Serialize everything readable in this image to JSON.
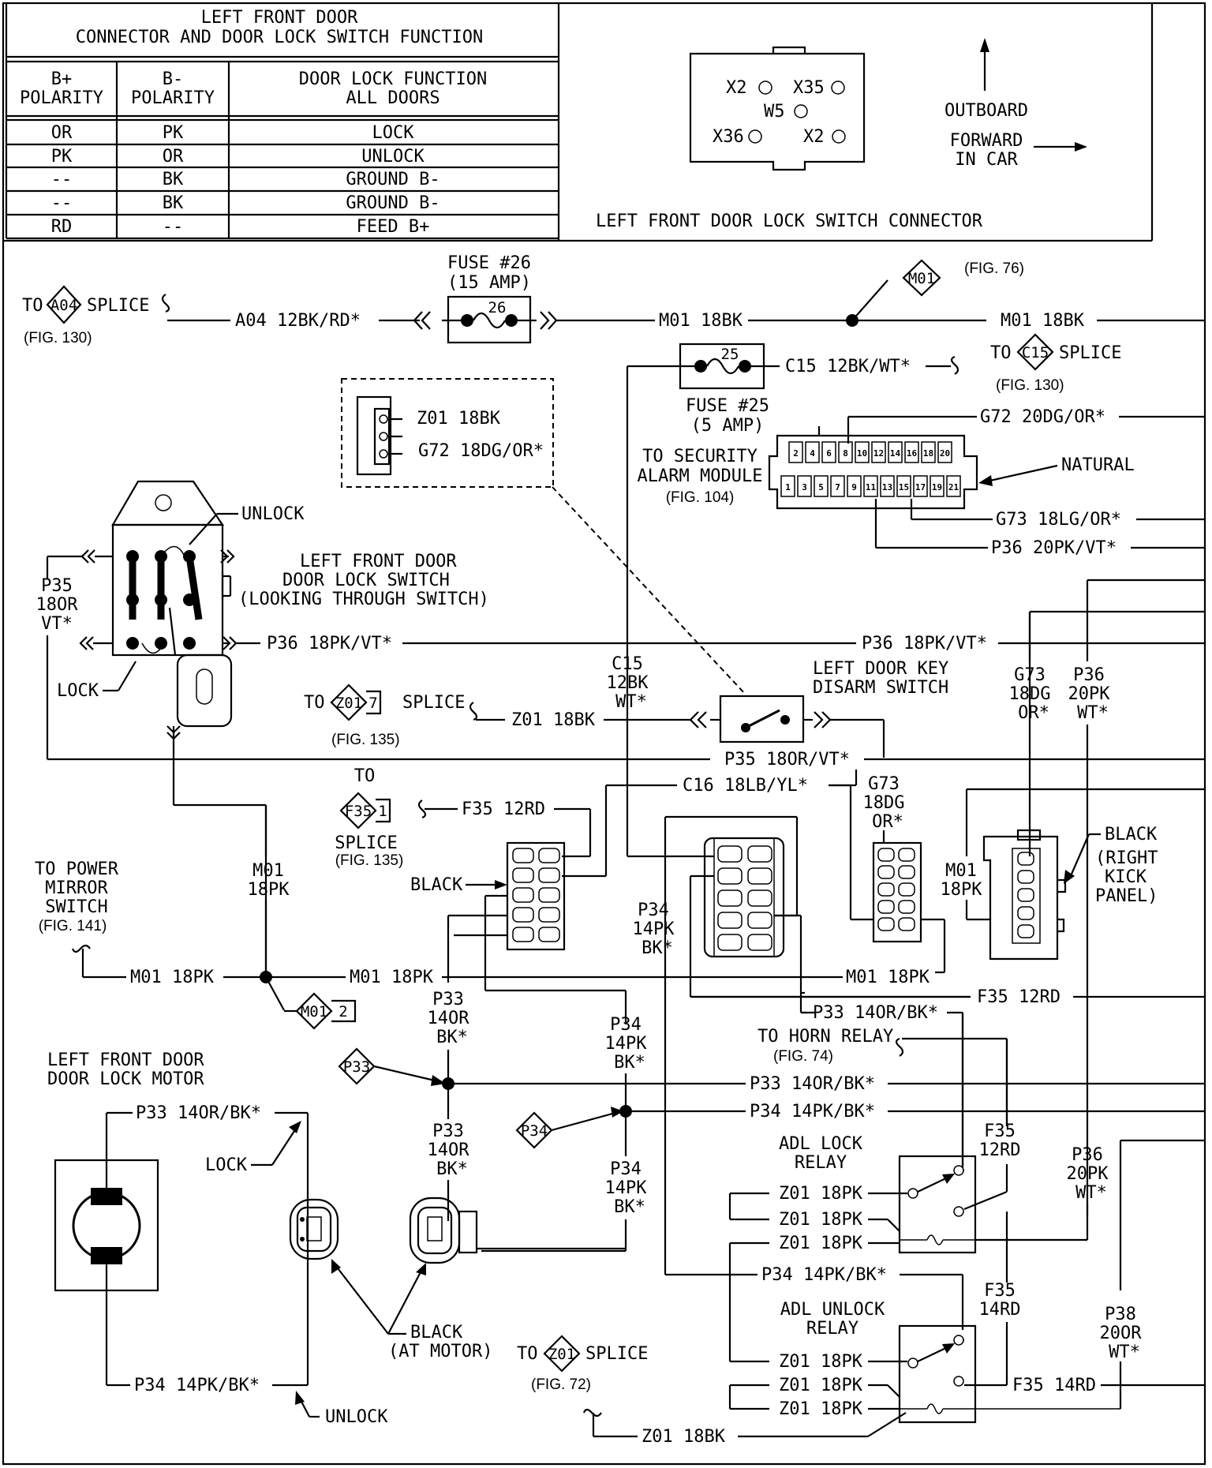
{
  "table": {
    "title_line1": "LEFT FRONT DOOR",
    "title_line2": "CONNECTOR AND DOOR LOCK SWITCH FUNCTION",
    "headers": [
      [
        "B+",
        "POLARITY"
      ],
      [
        "B-",
        "POLARITY"
      ],
      [
        "DOOR LOCK FUNCTION",
        "ALL DOORS"
      ]
    ],
    "rows": [
      [
        "OR",
        "PK",
        "LOCK"
      ],
      [
        "PK",
        "OR",
        "UNLOCK"
      ],
      [
        "--",
        "BK",
        "GROUND B-"
      ],
      [
        "--",
        "BK",
        "GROUND B-"
      ],
      [
        "RD",
        "--",
        "FEED B+"
      ]
    ]
  },
  "connector": {
    "pins": [
      "X2",
      "X35",
      "W5",
      "X36",
      "X2"
    ],
    "outboard": "OUTBOARD",
    "forward_line1": "FORWARD",
    "forward_line2": "IN CAR",
    "caption": "LEFT FRONT DOOR LOCK SWITCH CONNECTOR"
  },
  "labels": {
    "to_a04_pre": "TO",
    "a04": "A04",
    "a04_post": "SPLICE",
    "fig130a": "(FIG. 130)",
    "a04_wire": "A04 12BK/RD*",
    "fuse26_l1": "FUSE #26",
    "fuse26_l2": "(15 AMP)",
    "fuse26_num": "26",
    "m01_wire_a": "M01 18BK",
    "m01_ref": "M01",
    "fig76": "(FIG. 76)",
    "m01_wire_b": "M01 18BK",
    "to_c15_pre": "TO",
    "c15": "C15",
    "c15_post": "SPLICE",
    "fig130b": "(FIG. 130)",
    "fuse25_num": "25",
    "c15_wire": "C15 12BK/WT*",
    "fuse25_l1": "FUSE #25",
    "fuse25_l2": "(5 AMP)",
    "z01_18bk_a": "Z01 18BK",
    "g72_18": "G72 18DG/OR*",
    "g72_20": "G72 20DG/OR*",
    "natural": "NATURAL",
    "sec_l1": "TO SECURITY",
    "sec_l2": "ALARM MODULE",
    "fig104": "(FIG. 104)",
    "pins_top": [
      "2",
      "4",
      "6",
      "8",
      "10",
      "12",
      "14",
      "16",
      "18",
      "20"
    ],
    "pins_bot": [
      "1",
      "3",
      "5",
      "7",
      "9",
      "11",
      "13",
      "15",
      "17",
      "19",
      "21"
    ],
    "g73_18lg": "G73 18LG/OR*",
    "p36_20pk": "P36 20PK/VT*",
    "unlock": "UNLOCK",
    "sw_l1": "LEFT FRONT DOOR",
    "sw_l2": "DOOR LOCK SWITCH",
    "sw_l3": "(LOOKING THROUGH SWITCH)",
    "p35_l1": "P35",
    "p35_l2": "18OR",
    "p35_l3": "VT*",
    "p36_18pk_a": "P36 18PK/VT*",
    "p36_18pk_b": "P36 18PK/VT*",
    "lock": "LOCK",
    "c15_v1": "C15",
    "c15_v2": "12BK",
    "c15_v3": "WT*",
    "disarm_l1": "LEFT DOOR KEY",
    "disarm_l2": "DISARM SWITCH",
    "g73v_1": "G73",
    "g73v_2": "18DG",
    "g73v_3": "OR*",
    "p36v_1": "P36",
    "p36v_2": "20PK",
    "p36v_3": "WT*",
    "to_z01_pre": "TO",
    "z01": "Z01",
    "z01_7": "7",
    "z01_post": "SPLICE",
    "fig135a": "(FIG. 135)",
    "z01_18bk_b": "Z01 18BK",
    "p35_wire": "P35 18OR/VT*",
    "to": "TO",
    "f35": "F35",
    "f35_1": "1",
    "f35_12rd_a": "F35 12RD",
    "splice": "SPLICE",
    "fig135b": "(FIG. 135)",
    "c16": "C16 18LB/YL*",
    "g73b_1": "G73",
    "g73b_2": "18DG",
    "g73b_3": "OR*",
    "black_a": "BLACK",
    "m01_18pk_v1": "M01",
    "m01_18pk_v2": "18PK",
    "black_r": "BLACK",
    "rkp_1": "(RIGHT",
    "rkp_2": "KICK",
    "rkp_3": "PANEL)",
    "m01r_1": "M01",
    "m01r_2": "18PK",
    "pm_1": "TO POWER",
    "pm_2": "MIRROR",
    "pm_3": "SWITCH",
    "fig141": "(FIG. 141)",
    "p34v_1": "P34",
    "p34v_2": "14PK",
    "p34v_3": "BK*",
    "m01_18pk_a": "M01 18PK",
    "m01_18pk_b": "M01 18PK",
    "m01_18pk_c": "M01 18PK",
    "m01_2_a": "M01",
    "m01_2_b": "2",
    "f35_12rd_b": "F35 12RD",
    "p33v_1": "P33",
    "p33v_2": "14OR",
    "p33v_3": "BK*",
    "p34w_1": "P34",
    "p34w_2": "14PK",
    "p34w_3": "BK*",
    "p33_wire_a": "P33 14OR/BK*",
    "horn_1": "TO HORN RELAY",
    "fig74": "(FIG. 74)",
    "motor_1": "LEFT FRONT DOOR",
    "motor_2": "DOOR LOCK MOTOR",
    "p33_ref": "P33",
    "p33_wire_b": "P33 14OR/BK*",
    "p34_ref": "P34",
    "p34_wire_b": "P34 14PK/BK*",
    "p33_motor": "P33 14OR/BK*",
    "lock_b": "LOCK",
    "adl_lock_1": "ADL LOCK",
    "adl_lock_2": "RELAY",
    "f35v_1": "F35",
    "f35v_2": "12RD",
    "p36r_1": "P36",
    "p36r_2": "20PK",
    "p36r_3": "WT*",
    "z01_18pk_a": "Z01 18PK",
    "z01_18pk_b": "Z01 18PK",
    "z01_18pk_c": "Z01 18PK",
    "p34_wire_c": "P34 14PK/BK*",
    "f35u_1": "F35",
    "f35u_2": "14RD",
    "adl_unlock_1": "ADL UNLOCK",
    "adl_unlock_2": "RELAY",
    "p38_1": "P38",
    "p38_2": "20OR",
    "p38_3": "WT*",
    "black_m1": "BLACK",
    "black_m2": "(AT MOTOR)",
    "to_z01b_pre": "TO",
    "z01b": "Z01",
    "z01b_post": "SPLICE",
    "fig72": "(FIG. 72)",
    "z01_18pk_d": "Z01 18PK",
    "f35_14rd": "F35 14RD",
    "z01_18pk_e": "Z01 18PK",
    "z01_18pk_f": "Z01 18PK",
    "p34_motor": "P34 14PK/BK*",
    "unlock_b": "UNLOCK",
    "z01_18bk_c": "Z01 18BK"
  }
}
